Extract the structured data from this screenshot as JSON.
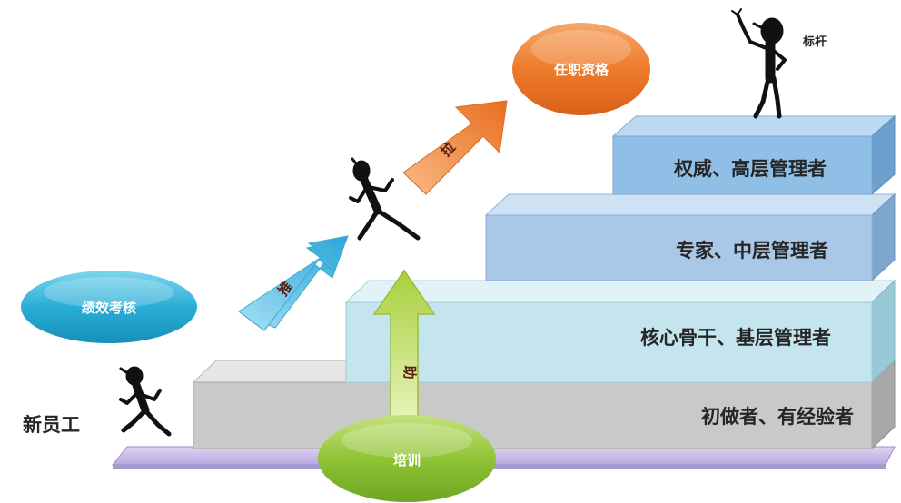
{
  "steps": [
    {
      "label": "初做者、有经验者"
    },
    {
      "label": "核心骨干、基层管理者"
    },
    {
      "label": "专家、中层管理者"
    },
    {
      "label": "权威、高层管理者"
    }
  ],
  "ovals": {
    "performance": "绩效考核",
    "qualification": "任职资格",
    "training": "培训"
  },
  "arrows": {
    "push": "推",
    "pull": "拉",
    "help": "助"
  },
  "figures": {
    "new_employee": "新员工",
    "benchmark": "标杆"
  },
  "colors": {
    "step1": "#c8c8c8",
    "step2": "#c2e4ec",
    "step3": "#a9c9e8",
    "step4": "#8fbfe6",
    "base": "#c9bce6",
    "oval_blue": "#2aaed6",
    "oval_orange": "#ee7a2a",
    "oval_green": "#8fc436",
    "arrow_blue": "#3ab3e0",
    "arrow_orange": "#f08a3a",
    "arrow_green": "#b7d84e"
  }
}
